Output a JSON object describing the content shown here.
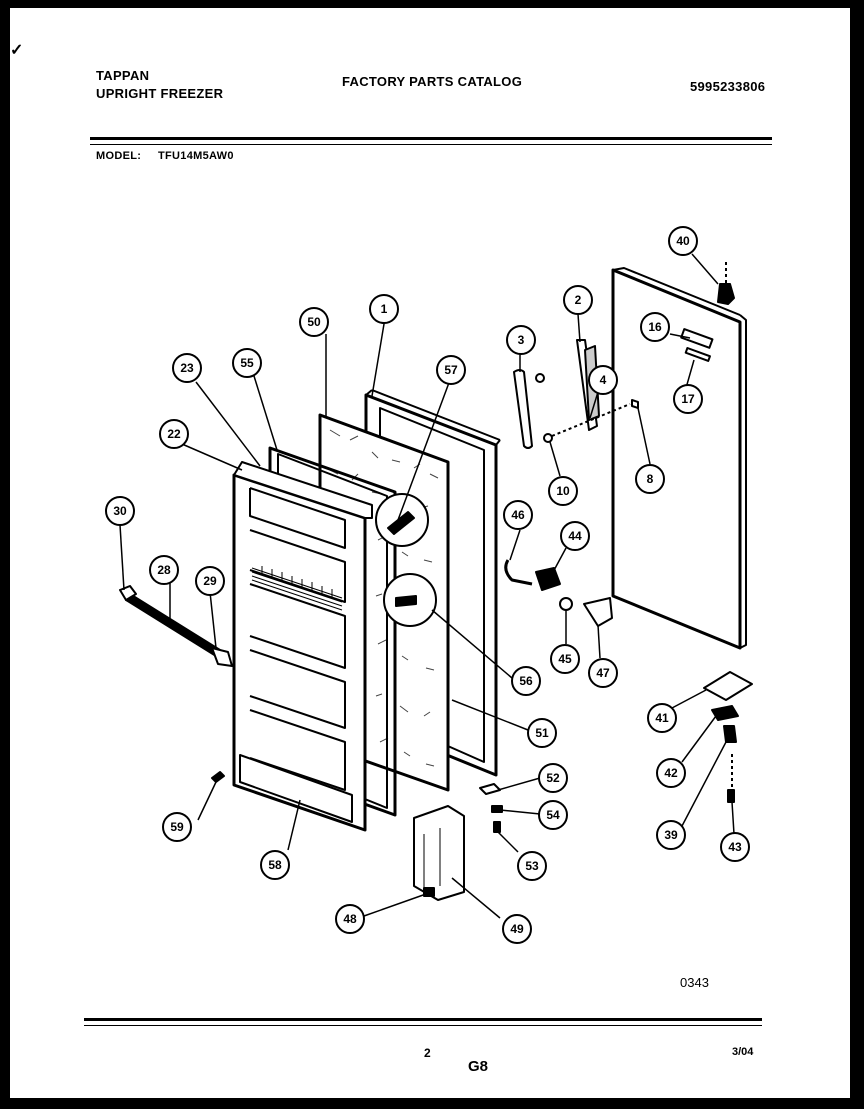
{
  "header": {
    "brand": "TAPPAN",
    "product": "UPRIGHT FREEZER",
    "catalog_title": "FACTORY PARTS CATALOG",
    "catalog_number": "5995233806",
    "model_label": "MODEL:",
    "model_number": "TFU14M5AW0"
  },
  "callouts": [
    "1",
    "2",
    "3",
    "4",
    "8",
    "10",
    "16",
    "17",
    "22",
    "23",
    "28",
    "29",
    "30",
    "39",
    "40",
    "41",
    "42",
    "43",
    "44",
    "45",
    "46",
    "47",
    "48",
    "49",
    "50",
    "51",
    "52",
    "53",
    "54",
    "55",
    "56",
    "57",
    "58",
    "59"
  ],
  "footer": {
    "diagram_code": "0343",
    "page_number": "2",
    "section": "G8",
    "date": "3/04"
  }
}
